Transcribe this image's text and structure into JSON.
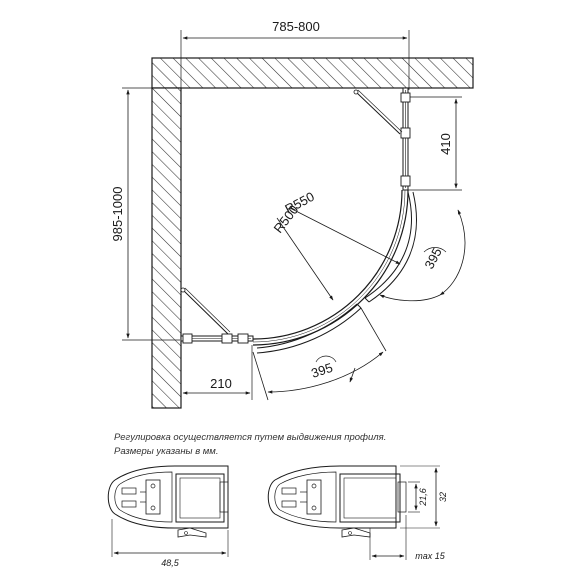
{
  "plan": {
    "width_dim": "785-800",
    "depth_dim": "985-1000",
    "fixed_side_dim": "410",
    "radius_outer": "R550",
    "radius_inner": "R500",
    "door_opening_right": "395",
    "door_opening_bottom": "395",
    "fixed_bottom_dim": "210"
  },
  "notes": {
    "line1": "Регулировка осуществляется путем выдвижения профиля.",
    "line2": "Размеры указаны в мм."
  },
  "profiles": {
    "left_width_dim": "48,5",
    "right_height_inner_dim": "21,6",
    "right_height_outer_dim": "32",
    "right_max_dim": "max 15"
  }
}
